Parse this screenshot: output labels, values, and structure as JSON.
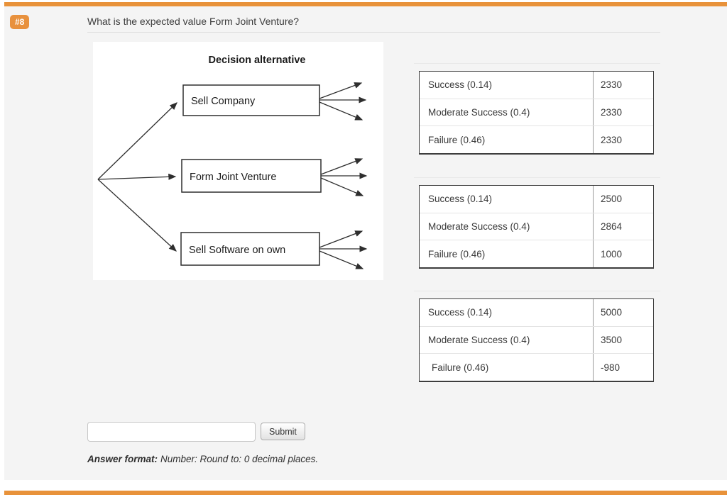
{
  "theme": {
    "accent_orange": "#e8923a",
    "badge_orange": "#e8913d",
    "panel_bg": "#f4f4f4"
  },
  "question": {
    "number_badge": "#8",
    "text": "What is the expected value Form Joint Venture?"
  },
  "diagram": {
    "title": "Decision alternative",
    "alternatives": [
      "Sell Company",
      "Form Joint Venture",
      "Sell Software on own"
    ],
    "branches_per_alternative": 3
  },
  "tables": [
    {
      "rows": [
        {
          "label": "Success (0.14)",
          "value": "2330"
        },
        {
          "label": "Moderate Success (0.4)",
          "value": "2330"
        },
        {
          "label": "Failure (0.46)",
          "value": "2330"
        }
      ]
    },
    {
      "rows": [
        {
          "label": "Success (0.14)",
          "value": "2500"
        },
        {
          "label": "Moderate Success (0.4)",
          "value": "2864"
        },
        {
          "label": "Failure (0.46)",
          "value": "1000"
        }
      ]
    },
    {
      "rows": [
        {
          "label": "Success (0.14)",
          "value": "5000"
        },
        {
          "label": "Moderate Success (0.4)",
          "value": "3500"
        },
        {
          "label": "Failure (0.46)",
          "value": "-980"
        }
      ]
    }
  ],
  "answer": {
    "input_value": "",
    "submit_label": "Submit",
    "format_label": "Answer format:",
    "format_text": "Number: Round to: 0 decimal places."
  }
}
